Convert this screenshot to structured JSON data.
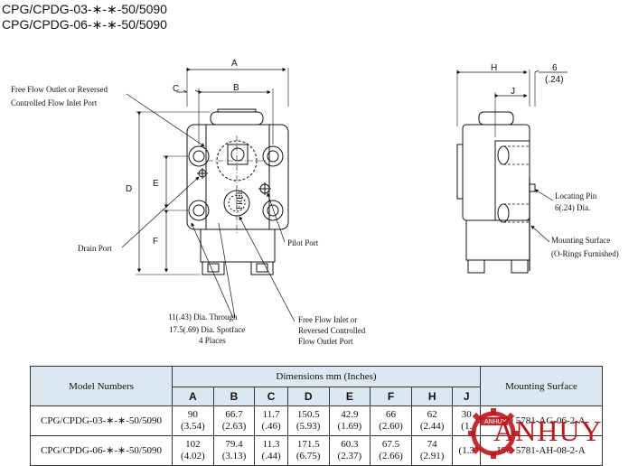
{
  "title_lines": [
    "CPG/CPDG-03-∗-∗-50/5090",
    "CPG/CPDG-06-∗-∗-50/5090"
  ],
  "front_view": {
    "dims": {
      "A": "A",
      "B": "B",
      "C": "C",
      "D": "D",
      "E": "E",
      "F": "F"
    },
    "labels": {
      "free_flow_outlet_1": "Free Flow Outlet or Reversed",
      "free_flow_outlet_2": "Controlled Flow Inlet Port",
      "drain_port": "Drain Port",
      "pilot_port": "Pilot Port",
      "through_1": "11(.43) Dia. Through",
      "through_2": "17.5(.69) Dia. Spotface",
      "through_3": "4 Places",
      "free_flow_inlet_1": "Free Flow Inlet or",
      "free_flow_inlet_2": "Reversed Controlled",
      "free_flow_inlet_3": "Flow Outlet Port",
      "free_mark": "FREE"
    }
  },
  "side_view": {
    "dims": {
      "H": "H",
      "J": "J",
      "six": "6",
      "six_in": "(.24)"
    },
    "labels": {
      "locating_pin_1": "Locating Pin",
      "locating_pin_2": "6(.24) Dia.",
      "mounting_surface_1": "Mounting Surface",
      "mounting_surface_2": "(O-Rings Furnished)"
    }
  },
  "table": {
    "model_header": "Model Numbers",
    "dimensions_header": "Dimensions    mm (Inches)",
    "mounting_header": "Mounting Surface",
    "columns": [
      "A",
      "B",
      "C",
      "D",
      "E",
      "F",
      "H",
      "J"
    ],
    "rows": [
      {
        "model": "CPG/CPDG-03-∗-∗-50/5090",
        "values": [
          [
            "90",
            "(3.54)"
          ],
          [
            "66.7",
            "(2.63)"
          ],
          [
            "11.7",
            "(.46)"
          ],
          [
            "150.5",
            "(5.93)"
          ],
          [
            "42.9",
            "(1.69)"
          ],
          [
            "66",
            "(2.60)"
          ],
          [
            "62",
            "(2.44)"
          ],
          [
            "30",
            "(1."
          ]
        ],
        "mounting": "ISO 5781-AG-06-2-A"
      },
      {
        "model": "CPG/CPDG-06-∗-∗-50/5090",
        "values": [
          [
            "102",
            "(4.02)"
          ],
          [
            "79.4",
            "(3.13)"
          ],
          [
            "11.3",
            "(.44)"
          ],
          [
            "171.5",
            "(6.75)"
          ],
          [
            "60.3",
            "(2.37)"
          ],
          [
            "67.5",
            "(2.66)"
          ],
          [
            "74",
            "(2.91)"
          ],
          [
            "",
            "(1.3"
          ]
        ],
        "mounting": "ISO 5781-AH-08-2-A"
      }
    ]
  },
  "watermark": {
    "text": "ANHUY",
    "badge_text": "ANHUY",
    "color": "#c0161b"
  }
}
